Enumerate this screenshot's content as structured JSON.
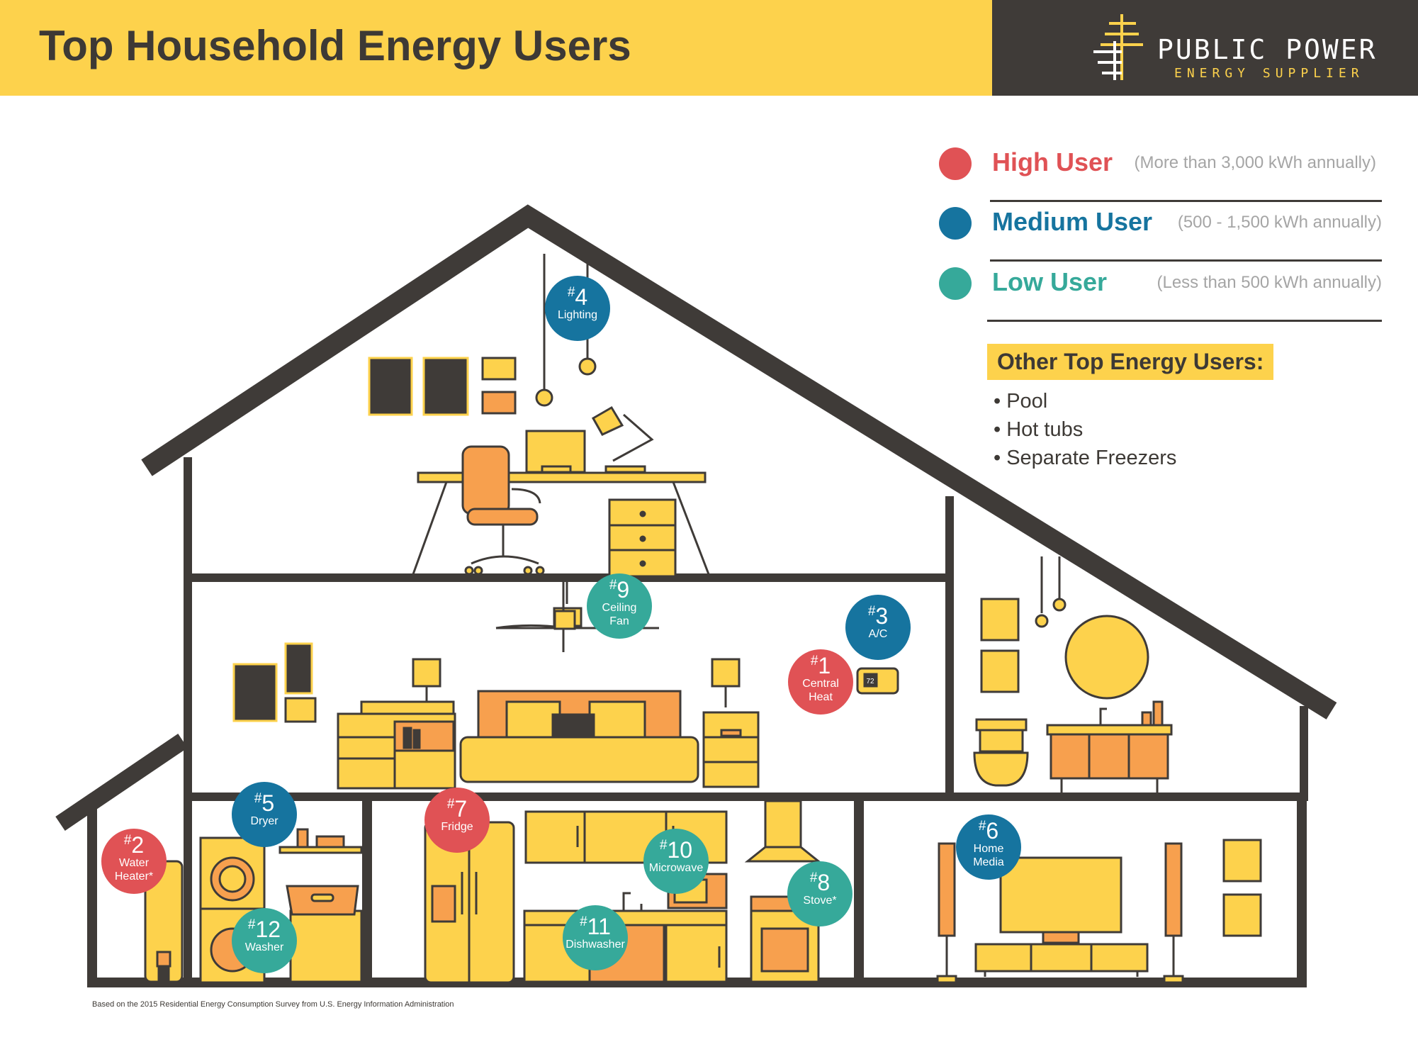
{
  "header": {
    "title": "Top Household Energy Users"
  },
  "brand": {
    "name": "PUBLIC POWER",
    "tagline": "ENERGY SUPPLIER",
    "logo_icon": "power-pole-icon"
  },
  "colors": {
    "high": "#E05255",
    "medium": "#16749F",
    "low": "#36A99A",
    "yellow": "#FDD24C",
    "orange": "#F7A04E",
    "dark": "#3f3b38"
  },
  "legend": [
    {
      "title": "High User",
      "range": "(More than 3,000 kWh annually)"
    },
    {
      "title": "Medium User",
      "range": "(500 - 1,500 kWh annually)"
    },
    {
      "title": "Low User",
      "range": "(Less than 500 kWh annually)"
    }
  ],
  "other": {
    "title": "Other Top Energy Users:",
    "items": [
      "• Pool",
      "• Hot tubs",
      "• Separate Freezers"
    ]
  },
  "markers": [
    {
      "rank": "1",
      "level": "high",
      "lines": [
        "Central",
        "Heat"
      ]
    },
    {
      "rank": "2",
      "level": "high",
      "lines": [
        "Water",
        "Heater*"
      ]
    },
    {
      "rank": "3",
      "level": "medium",
      "lines": [
        "A/C"
      ]
    },
    {
      "rank": "4",
      "level": "medium",
      "lines": [
        "Lighting"
      ]
    },
    {
      "rank": "5",
      "level": "medium",
      "lines": [
        "Dryer"
      ]
    },
    {
      "rank": "6",
      "level": "medium",
      "lines": [
        "Home",
        "Media"
      ]
    },
    {
      "rank": "7",
      "level": "high",
      "lines": [
        "Fridge"
      ]
    },
    {
      "rank": "8",
      "level": "low",
      "lines": [
        "Stove*"
      ]
    },
    {
      "rank": "9",
      "level": "low",
      "lines": [
        "Ceiling",
        "Fan"
      ]
    },
    {
      "rank": "10",
      "level": "low",
      "lines": [
        "Microwave"
      ]
    },
    {
      "rank": "11",
      "level": "low",
      "lines": [
        "Dishwasher"
      ]
    },
    {
      "rank": "12",
      "level": "low",
      "lines": [
        "Washer"
      ]
    }
  ],
  "thermostat": {
    "reading": "72"
  },
  "footnote": "Based on the 2015 Residential Energy Consumption Survey from U.S. Energy Information Administration"
}
